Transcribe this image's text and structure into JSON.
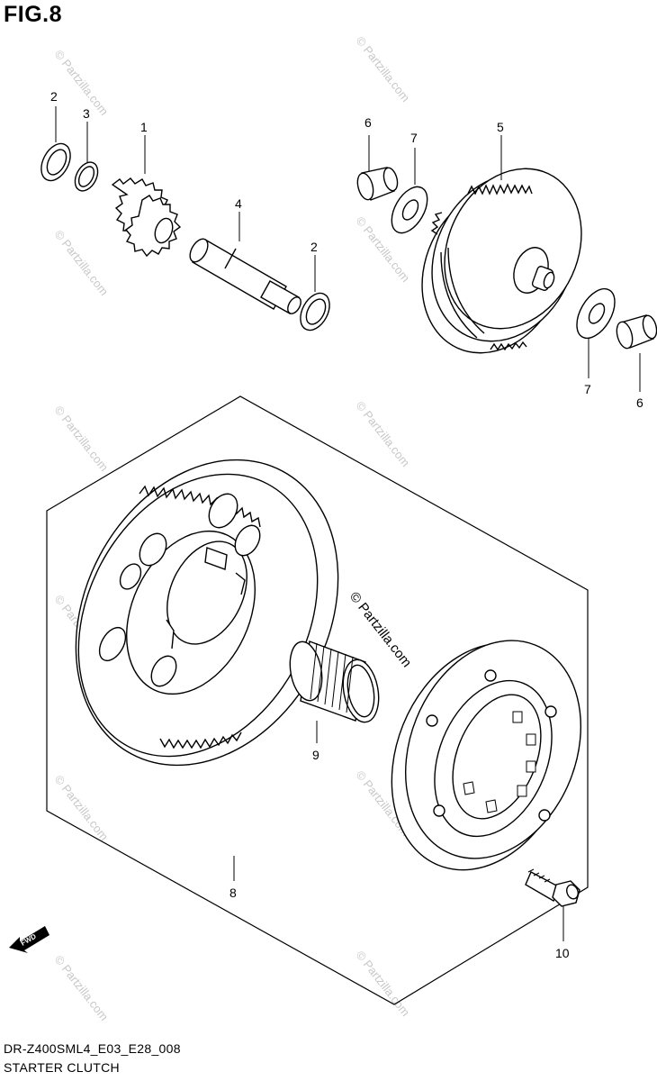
{
  "figure_label": "FIG.8",
  "diagram_code": "DR-Z400SML4_E03_E28_008",
  "diagram_title": "STARTER CLUTCH",
  "watermark": "© Partzilla.com",
  "fwd_arrow_label": "FWD",
  "callouts": {
    "c1": "1",
    "c2a": "2",
    "c2b": "2",
    "c3": "3",
    "c4": "4",
    "c5": "5",
    "c6a": "6",
    "c6b": "6",
    "c7a": "7",
    "c7b": "7",
    "c8": "8",
    "c9": "9",
    "c10": "10"
  }
}
